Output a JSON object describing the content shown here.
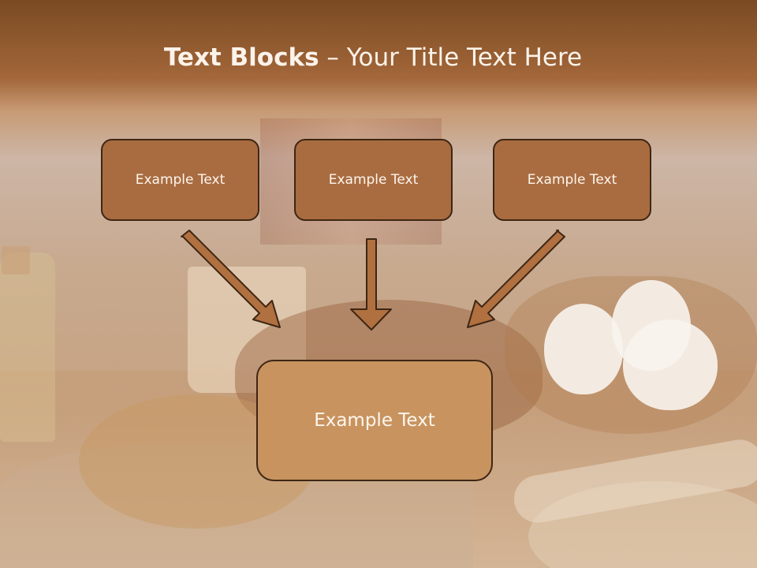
{
  "slide": {
    "title_bold": "Text Blocks",
    "title_rest": " – Your Title Text Here",
    "blocks": [
      {
        "label": "Example Text"
      },
      {
        "label": "Example Text"
      },
      {
        "label": "Example Text"
      }
    ],
    "main_block": {
      "label": "Example Text"
    }
  },
  "colors": {
    "box_fill": "#a96c40",
    "main_box_fill": "#c8935f",
    "outline": "#3e2614",
    "arrow_fill": "#b07040",
    "title_bar": "#8b5529"
  }
}
